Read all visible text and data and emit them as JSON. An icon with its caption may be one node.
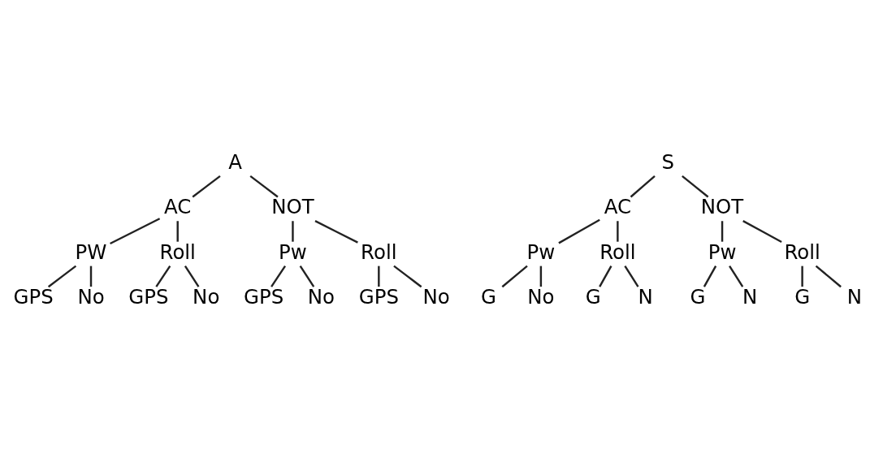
{
  "diagram": {
    "nodes": [
      {
        "text": [
          "A"
        ]
      },
      {
        "text": [
          "AC"
        ]
      },
      {
        "text": [
          "NOT"
        ]
      },
      {
        "text": [
          "PW"
        ]
      },
      {
        "text": [
          "Roll"
        ]
      },
      {
        "text": [
          "Pw"
        ]
      },
      {
        "text": [
          "Roll"
        ]
      },
      {
        "text": [
          "GPS"
        ]
      },
      {
        "text": [
          "No"
        ]
      },
      {
        "text": [
          "GPS"
        ]
      },
      {
        "text": [
          "No"
        ]
      },
      {
        "text": [
          "GPS"
        ]
      },
      {
        "text": [
          "No"
        ]
      },
      {
        "text": [
          "GPS"
        ]
      },
      {
        "text": [
          "No"
        ]
      },
      {
        "text": [
          "S"
        ]
      },
      {
        "text": [
          "AC"
        ]
      },
      {
        "text": [
          "NOT"
        ]
      },
      {
        "text": [
          "Pw"
        ]
      },
      {
        "text": [
          "Roll"
        ]
      },
      {
        "text": [
          "Pw"
        ]
      },
      {
        "text": [
          "Roll"
        ]
      },
      {
        "text": [
          "G"
        ]
      },
      {
        "text": [
          "No"
        ]
      },
      {
        "text": [
          "G"
        ]
      },
      {
        "text": [
          "N"
        ]
      },
      {
        "text": [
          "G"
        ]
      },
      {
        "text": [
          "N"
        ]
      },
      {
        "text": [
          "G"
        ]
      },
      {
        "text": [
          "N"
        ]
      }
    ],
    "edges": [
      {
        "from": 0,
        "to": 1,
        "arrow": "none"
      },
      {
        "from": 0,
        "to": 2,
        "arrow": "none"
      },
      {
        "from": 1,
        "to": 3,
        "arrow": "none"
      },
      {
        "from": 1,
        "to": 4,
        "arrow": "none"
      },
      {
        "from": 2,
        "to": 5,
        "arrow": "none"
      },
      {
        "from": 2,
        "to": 6,
        "arrow": "none"
      },
      {
        "from": 3,
        "to": 7,
        "arrow": "none"
      },
      {
        "from": 3,
        "to": 8,
        "arrow": "none"
      },
      {
        "from": 4,
        "to": 9,
        "arrow": "none"
      },
      {
        "from": 4,
        "to": 10,
        "arrow": "none"
      },
      {
        "from": 5,
        "to": 11,
        "arrow": "none"
      },
      {
        "from": 5,
        "to": 12,
        "arrow": "none"
      },
      {
        "from": 6,
        "to": 13,
        "arrow": "none"
      },
      {
        "from": 6,
        "to": 14,
        "arrow": "none"
      },
      {
        "from": 15,
        "to": 16,
        "arrow": "none"
      },
      {
        "from": 15,
        "to": 17,
        "arrow": "none"
      },
      {
        "from": 16,
        "to": 18,
        "arrow": "none"
      },
      {
        "from": 16,
        "to": 19,
        "arrow": "none"
      },
      {
        "from": 17,
        "to": 20,
        "arrow": "none"
      },
      {
        "from": 17,
        "to": 21,
        "arrow": "none"
      },
      {
        "from": 18,
        "to": 22,
        "arrow": "none"
      },
      {
        "from": 18,
        "to": 23,
        "arrow": "none"
      },
      {
        "from": 19,
        "to": 24,
        "arrow": "none"
      },
      {
        "from": 19,
        "to": 25,
        "arrow": "none"
      },
      {
        "from": 20,
        "to": 26,
        "arrow": "none"
      },
      {
        "from": 20,
        "to": 27,
        "arrow": "none"
      },
      {
        "from": 21,
        "to": 28,
        "arrow": "none"
      },
      {
        "from": 21,
        "to": 29,
        "arrow": "none"
      }
    ]
  }
}
